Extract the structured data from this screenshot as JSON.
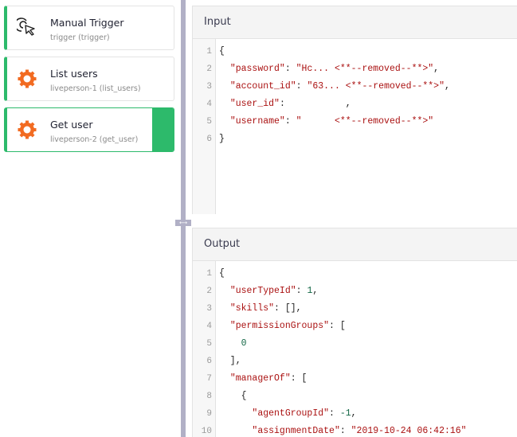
{
  "sidebar": {
    "steps": [
      {
        "title": "Manual Trigger",
        "subtitle": "trigger (trigger)",
        "icon": "cursor-click-icon",
        "active": false
      },
      {
        "title": "List users",
        "subtitle": "liveperson-1 (list_users)",
        "icon": "liveperson-gear-icon",
        "active": false
      },
      {
        "title": "Get user",
        "subtitle": "liveperson-2 (get_user)",
        "icon": "liveperson-gear-icon",
        "active": true
      }
    ]
  },
  "colors": {
    "accent_green": "#2dba6b",
    "divider": "#b1b0c6",
    "liveperson_orange": "#f26b21",
    "json_string": "#aa1111",
    "json_number": "#116644"
  },
  "resize_handle": {
    "glyph": "⟷"
  },
  "input_panel": {
    "title": "Input",
    "lines": [
      {
        "n": "1",
        "parts": [
          {
            "t": "{",
            "c": "punc"
          }
        ]
      },
      {
        "n": "2",
        "parts": [
          {
            "t": "  ",
            "c": "punc"
          },
          {
            "t": "\"password\"",
            "c": "key"
          },
          {
            "t": ": ",
            "c": "punc"
          },
          {
            "t": "\"Hc... <**--removed--**>\"",
            "c": "str"
          },
          {
            "t": ",",
            "c": "punc"
          }
        ]
      },
      {
        "n": "3",
        "parts": [
          {
            "t": "  ",
            "c": "punc"
          },
          {
            "t": "\"account_id\"",
            "c": "key"
          },
          {
            "t": ": ",
            "c": "punc"
          },
          {
            "t": "\"63... <**--removed--**>\"",
            "c": "str"
          },
          {
            "t": ",",
            "c": "punc"
          }
        ]
      },
      {
        "n": "4",
        "parts": [
          {
            "t": "  ",
            "c": "punc"
          },
          {
            "t": "\"user_id\"",
            "c": "key"
          },
          {
            "t": ":           ,",
            "c": "punc"
          }
        ]
      },
      {
        "n": "5",
        "parts": [
          {
            "t": "  ",
            "c": "punc"
          },
          {
            "t": "\"username\"",
            "c": "key"
          },
          {
            "t": ": ",
            "c": "punc"
          },
          {
            "t": "\"      <**--removed--**>\"",
            "c": "str"
          }
        ]
      },
      {
        "n": "6",
        "parts": [
          {
            "t": "}",
            "c": "punc"
          }
        ]
      }
    ]
  },
  "output_panel": {
    "title": "Output",
    "lines": [
      {
        "n": "1",
        "parts": [
          {
            "t": "{",
            "c": "punc"
          }
        ]
      },
      {
        "n": "2",
        "parts": [
          {
            "t": "  ",
            "c": "punc"
          },
          {
            "t": "\"userTypeId\"",
            "c": "key"
          },
          {
            "t": ": ",
            "c": "punc"
          },
          {
            "t": "1",
            "c": "num"
          },
          {
            "t": ",",
            "c": "punc"
          }
        ]
      },
      {
        "n": "3",
        "parts": [
          {
            "t": "  ",
            "c": "punc"
          },
          {
            "t": "\"skills\"",
            "c": "key"
          },
          {
            "t": ": [],",
            "c": "punc"
          }
        ]
      },
      {
        "n": "4",
        "parts": [
          {
            "t": "  ",
            "c": "punc"
          },
          {
            "t": "\"permissionGroups\"",
            "c": "key"
          },
          {
            "t": ": [",
            "c": "punc"
          }
        ]
      },
      {
        "n": "5",
        "parts": [
          {
            "t": "    ",
            "c": "punc"
          },
          {
            "t": "0",
            "c": "num"
          }
        ]
      },
      {
        "n": "6",
        "parts": [
          {
            "t": "  ],",
            "c": "punc"
          }
        ]
      },
      {
        "n": "7",
        "parts": [
          {
            "t": "  ",
            "c": "punc"
          },
          {
            "t": "\"managerOf\"",
            "c": "key"
          },
          {
            "t": ": [",
            "c": "punc"
          }
        ]
      },
      {
        "n": "8",
        "parts": [
          {
            "t": "    {",
            "c": "punc"
          }
        ]
      },
      {
        "n": "9",
        "parts": [
          {
            "t": "      ",
            "c": "punc"
          },
          {
            "t": "\"agentGroupId\"",
            "c": "key"
          },
          {
            "t": ": ",
            "c": "punc"
          },
          {
            "t": "-1",
            "c": "num"
          },
          {
            "t": ",",
            "c": "punc"
          }
        ]
      },
      {
        "n": "10",
        "parts": [
          {
            "t": "      ",
            "c": "punc"
          },
          {
            "t": "\"assignmentDate\"",
            "c": "key"
          },
          {
            "t": ": ",
            "c": "punc"
          },
          {
            "t": "\"2019-10-24 06:42:16\"",
            "c": "str"
          }
        ]
      }
    ]
  }
}
